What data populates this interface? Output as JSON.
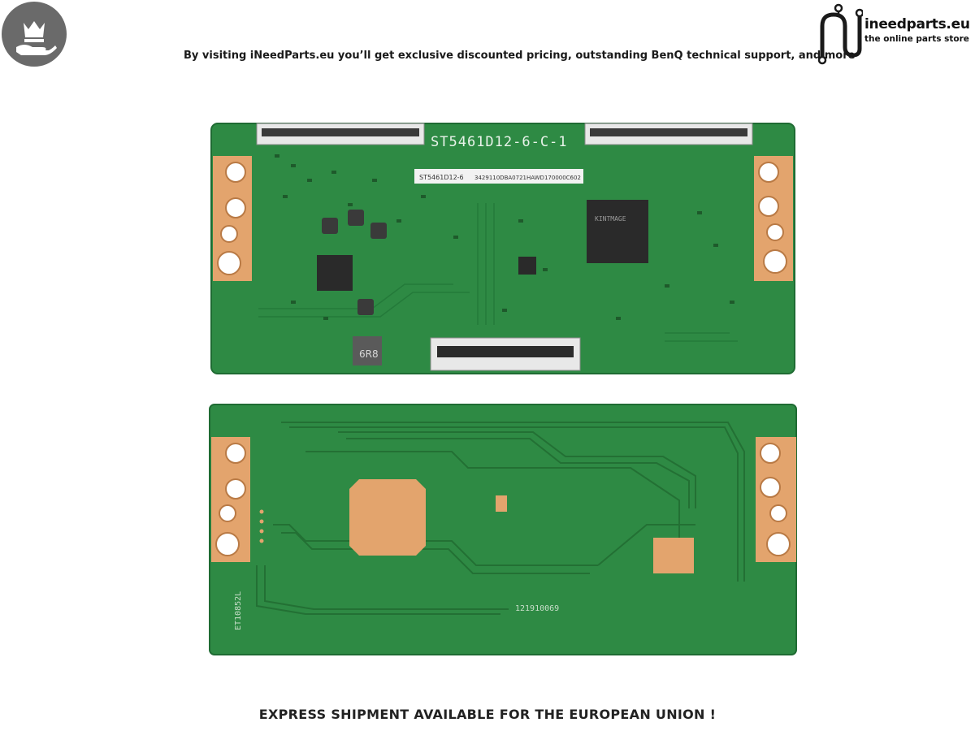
{
  "header": {
    "tagline": "By visiting iNeedParts.eu you’ll get exclusive discounted pricing, outstanding BenQ technical support, and more",
    "brand_name": "ineedparts.eu",
    "brand_subtitle": "the online parts store",
    "badge_icon": "crown-hand-icon",
    "logo_icon": "circuit-n-logo-icon"
  },
  "product": {
    "board_front_title": "ST5461D12-6-C-1",
    "board_front_sticker": "ST5461D12-6",
    "board_front_sticker_code": "3429110DBA0721HAWD170000C602",
    "board_front_chip_brand": "KINTMAGE",
    "board_front_inductor_mark": "6R8",
    "board_back_side_mark": "ET10852L",
    "board_back_code": "121910069"
  },
  "footer": {
    "notice": "EXPRESS SHIPMENT AVAILABLE FOR THE EUROPEAN UNION !"
  },
  "colors": {
    "pcb_green": "#2e8a44",
    "pcb_dark_green": "#237034",
    "copper": "#e3a46d",
    "badge_gray": "#6a6a6a"
  }
}
